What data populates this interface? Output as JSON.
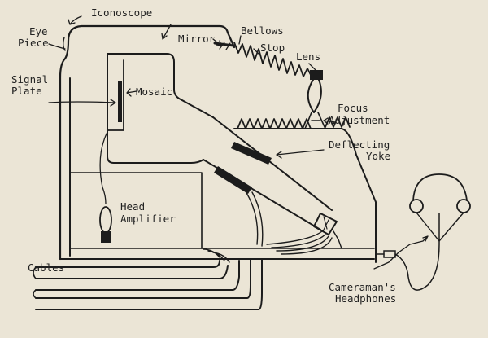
{
  "labels": {
    "iconoscope": "Iconoscope",
    "eye_piece_1": "Eye",
    "eye_piece_2": "Piece",
    "mirror": "Mirror",
    "bellows": "Bellows",
    "stop": "Stop",
    "lens": "Lens",
    "signal_plate_1": "Signal",
    "signal_plate_2": "Plate",
    "mosaic": "Mosaic",
    "focus_adjustment_1": "Focus",
    "focus_adjustment_2": "Adjustment",
    "deflecting_yoke_1": "Deflecting",
    "deflecting_yoke_2": "Yoke",
    "head_amplifier_1": "Head",
    "head_amplifier_2": "Amplifier",
    "cables": "Cables",
    "headphones_1": "Cameraman's",
    "headphones_2": "Headphones"
  },
  "colors": {
    "paper": "#ebe5d6",
    "ink": "#1c1c1c"
  }
}
